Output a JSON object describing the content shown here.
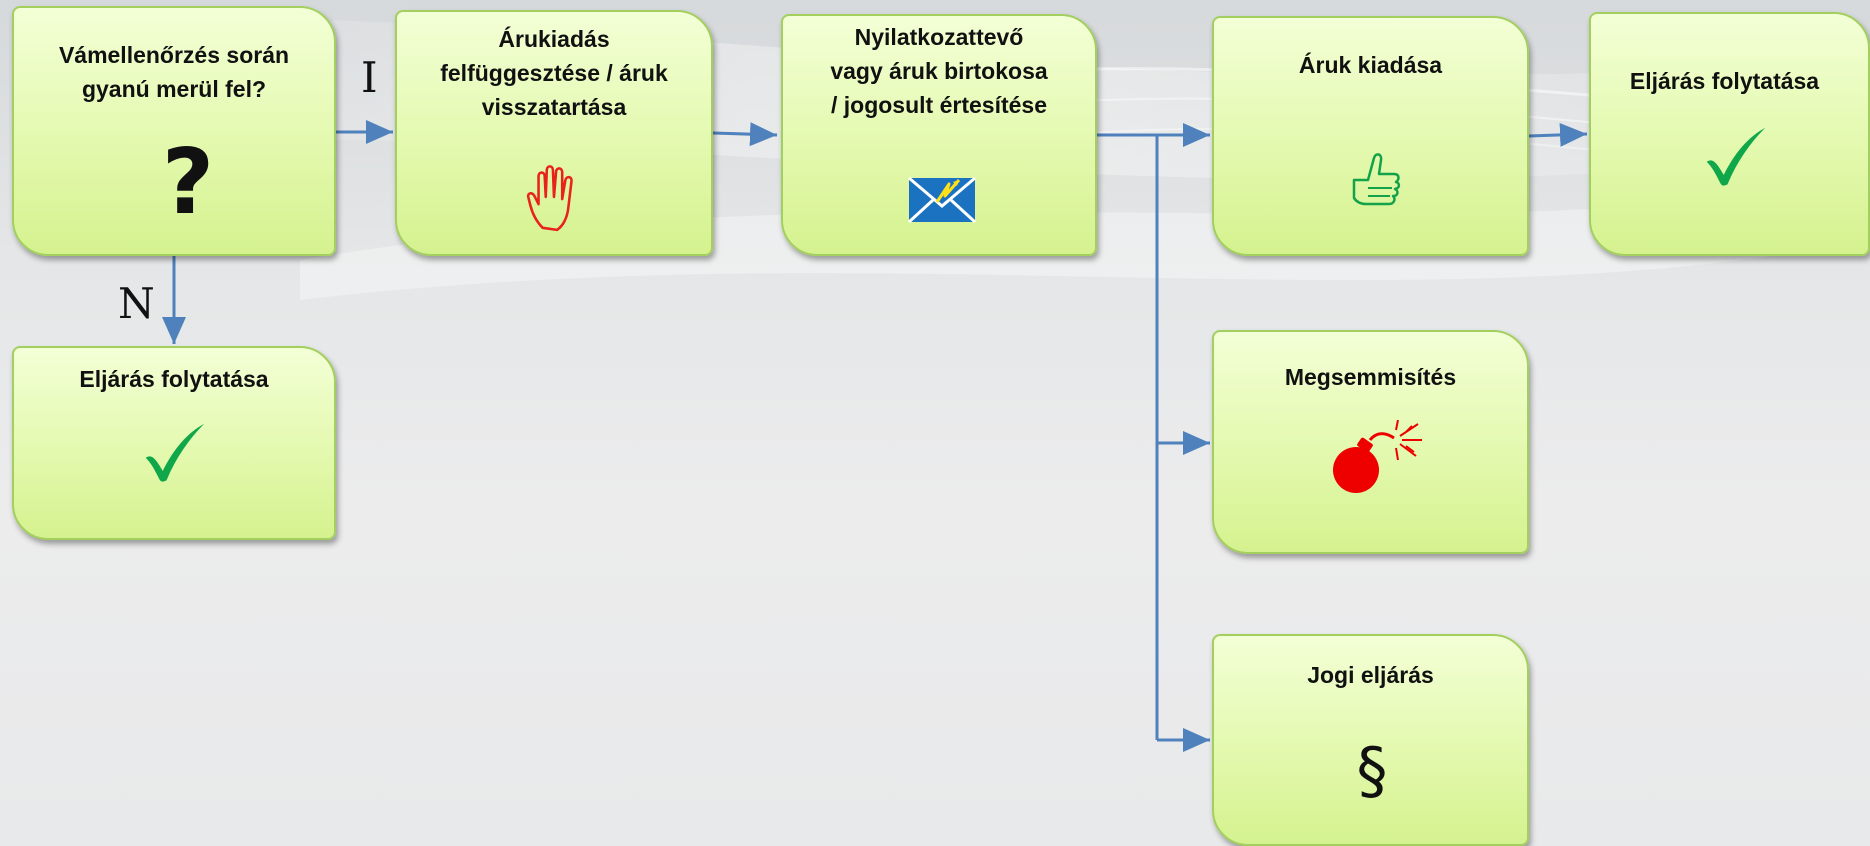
{
  "diagram": {
    "title": "",
    "nodes": {
      "question": {
        "label": "Vámellenőrzés során\ngyanú merül fel?",
        "icon": "question-mark-icon",
        "glyph": "?"
      },
      "suspend": {
        "label": "Árukiadás\nfelfüggesztése / áruk\nvisszatartása",
        "icon": "stop-hand-icon"
      },
      "notify": {
        "label": "Nyilatkozattevő\nvagy áruk birtokosa\n/ jogosult értesítése",
        "icon": "mail-notification-icon"
      },
      "release": {
        "label": "Áruk kiadása",
        "icon": "thumbs-up-icon"
      },
      "continue_top": {
        "label": "Eljárás folytatása",
        "icon": "checkmark-icon"
      },
      "continue_bottom": {
        "label": "Eljárás folytatása",
        "icon": "checkmark-icon"
      },
      "destroy": {
        "label": "Megsemmisítés",
        "icon": "bomb-icon"
      },
      "legal": {
        "label": "Jogi eljárás",
        "icon": "section-sign-icon",
        "glyph": "§"
      }
    },
    "edges": [
      {
        "from": "question",
        "to": "suspend",
        "label": "I"
      },
      {
        "from": "question",
        "to": "continue_bottom",
        "label": "N"
      },
      {
        "from": "suspend",
        "to": "notify",
        "label": ""
      },
      {
        "from": "notify",
        "to": "release",
        "label": ""
      },
      {
        "from": "notify",
        "to": "destroy",
        "label": ""
      },
      {
        "from": "notify",
        "to": "legal",
        "label": ""
      },
      {
        "from": "release",
        "to": "continue_top",
        "label": ""
      }
    ],
    "edge_labels": {
      "yes": "I",
      "no": "N"
    },
    "colors": {
      "box_fill": "#e3f9ae",
      "box_border": "#a3cf5f",
      "connector": "#4f81bd",
      "check": "#10a74a",
      "hand": "#e8231d",
      "thumb": "#13a24a",
      "bomb": "#ee0000",
      "mail": "#1b72c0"
    }
  }
}
